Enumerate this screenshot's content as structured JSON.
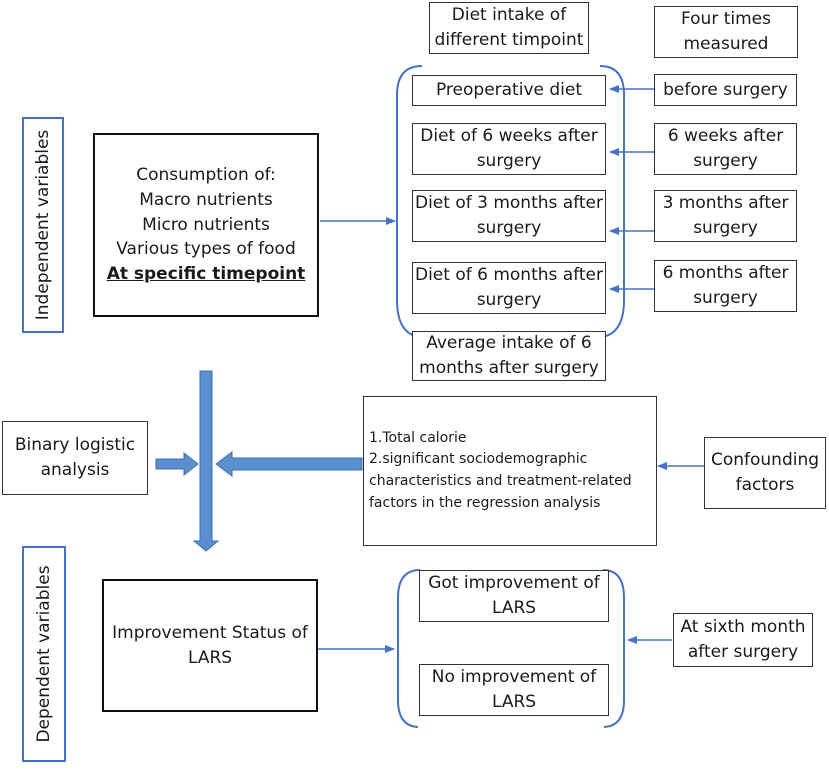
{
  "header": {
    "diet_intake": "Diet intake of different timpoint",
    "four_times": "Four times measured"
  },
  "side_labels": {
    "independent": "Independent variables",
    "dependent": "Dependent variables"
  },
  "consumption": {
    "lines": [
      "Consumption of:",
      "Macro nutrients",
      "Micro nutrients",
      "Various types of food"
    ],
    "emphasis": "At specific timepoint"
  },
  "diet_boxes": [
    "Preoperative diet",
    "Diet of 6 weeks after surgery",
    "Diet of 3 months after surgery",
    "Diet of 6 months after surgery",
    "Average intake of 6 months after surgery"
  ],
  "timepoints": [
    "before surgery",
    "6 weeks after surgery",
    "3 months after surgery",
    "6 months after surgery"
  ],
  "binary_logistic": "Binary logistic analysis",
  "confounders": {
    "lines": [
      "1.Total calorie",
      "2.significant sociodemographic",
      "characteristics and treatment-related",
      "factors in the regression analysis"
    ],
    "label": "Confounding factors"
  },
  "outcome": {
    "status": "Improvement Status of LARS",
    "got": "Got improvement of LARS",
    "no": "No improvement of LARS",
    "timing": "At sixth month after surgery"
  },
  "colors": {
    "arrow": "#4472c4",
    "border": "#333333"
  }
}
